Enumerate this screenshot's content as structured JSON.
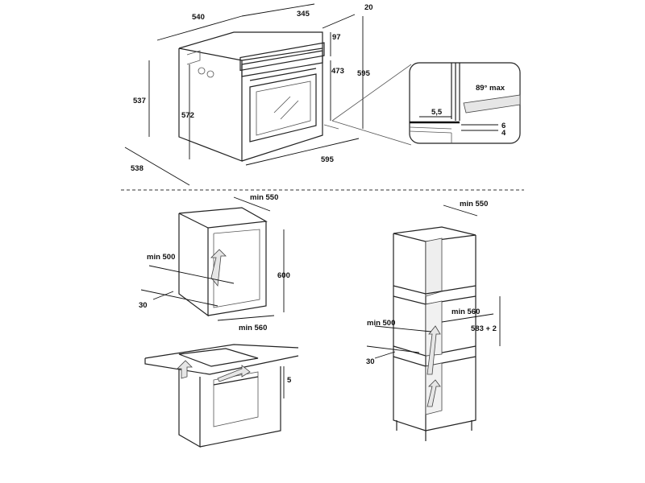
{
  "oven_dimensions": {
    "top_gap": "20",
    "depth_front": "345",
    "width_top": "540",
    "panel_height": "97",
    "total_height_right": "595",
    "side_height": "537",
    "body_height": "572",
    "door_height": "473",
    "depth_bottom": "538",
    "width_bottom": "595"
  },
  "hinge_detail": {
    "angle": "89° max",
    "gap": "5,5",
    "dim_a": "6",
    "dim_b": "4"
  },
  "under_counter": {
    "depth": "min 550",
    "vent_depth": "min 500",
    "height": "600",
    "offset": "30",
    "width": "min 560",
    "hob_gap": "5"
  },
  "column": {
    "depth": "min 550",
    "width": "min 560",
    "niche_height": "583 + 2",
    "vent_depth": "min 500",
    "offset": "30"
  }
}
